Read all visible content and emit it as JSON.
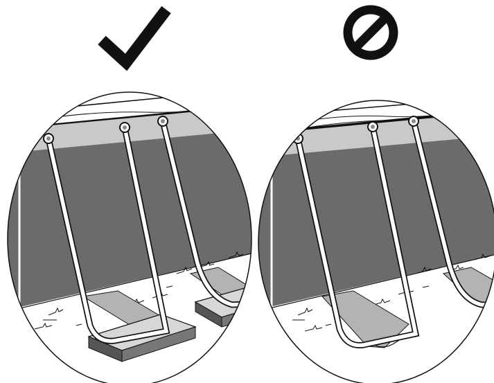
{
  "figure": {
    "panels": [
      {
        "id": "correct",
        "verdict": "correct",
        "symbol_icon": "checkmark-icon",
        "support_pads_under_legs": true
      },
      {
        "id": "incorrect",
        "verdict": "incorrect",
        "symbol_icon": "prohibited-icon",
        "support_pads_under_legs": false
      }
    ],
    "colors": {
      "pool_wall": "#6b6b6d",
      "top_rail_band": "#c9c9c9",
      "strap": "#b3b3b3",
      "pad_top": "#d7d7d7",
      "pad_side": "#555555",
      "outline": "#111111",
      "background": "#ffffff"
    }
  }
}
